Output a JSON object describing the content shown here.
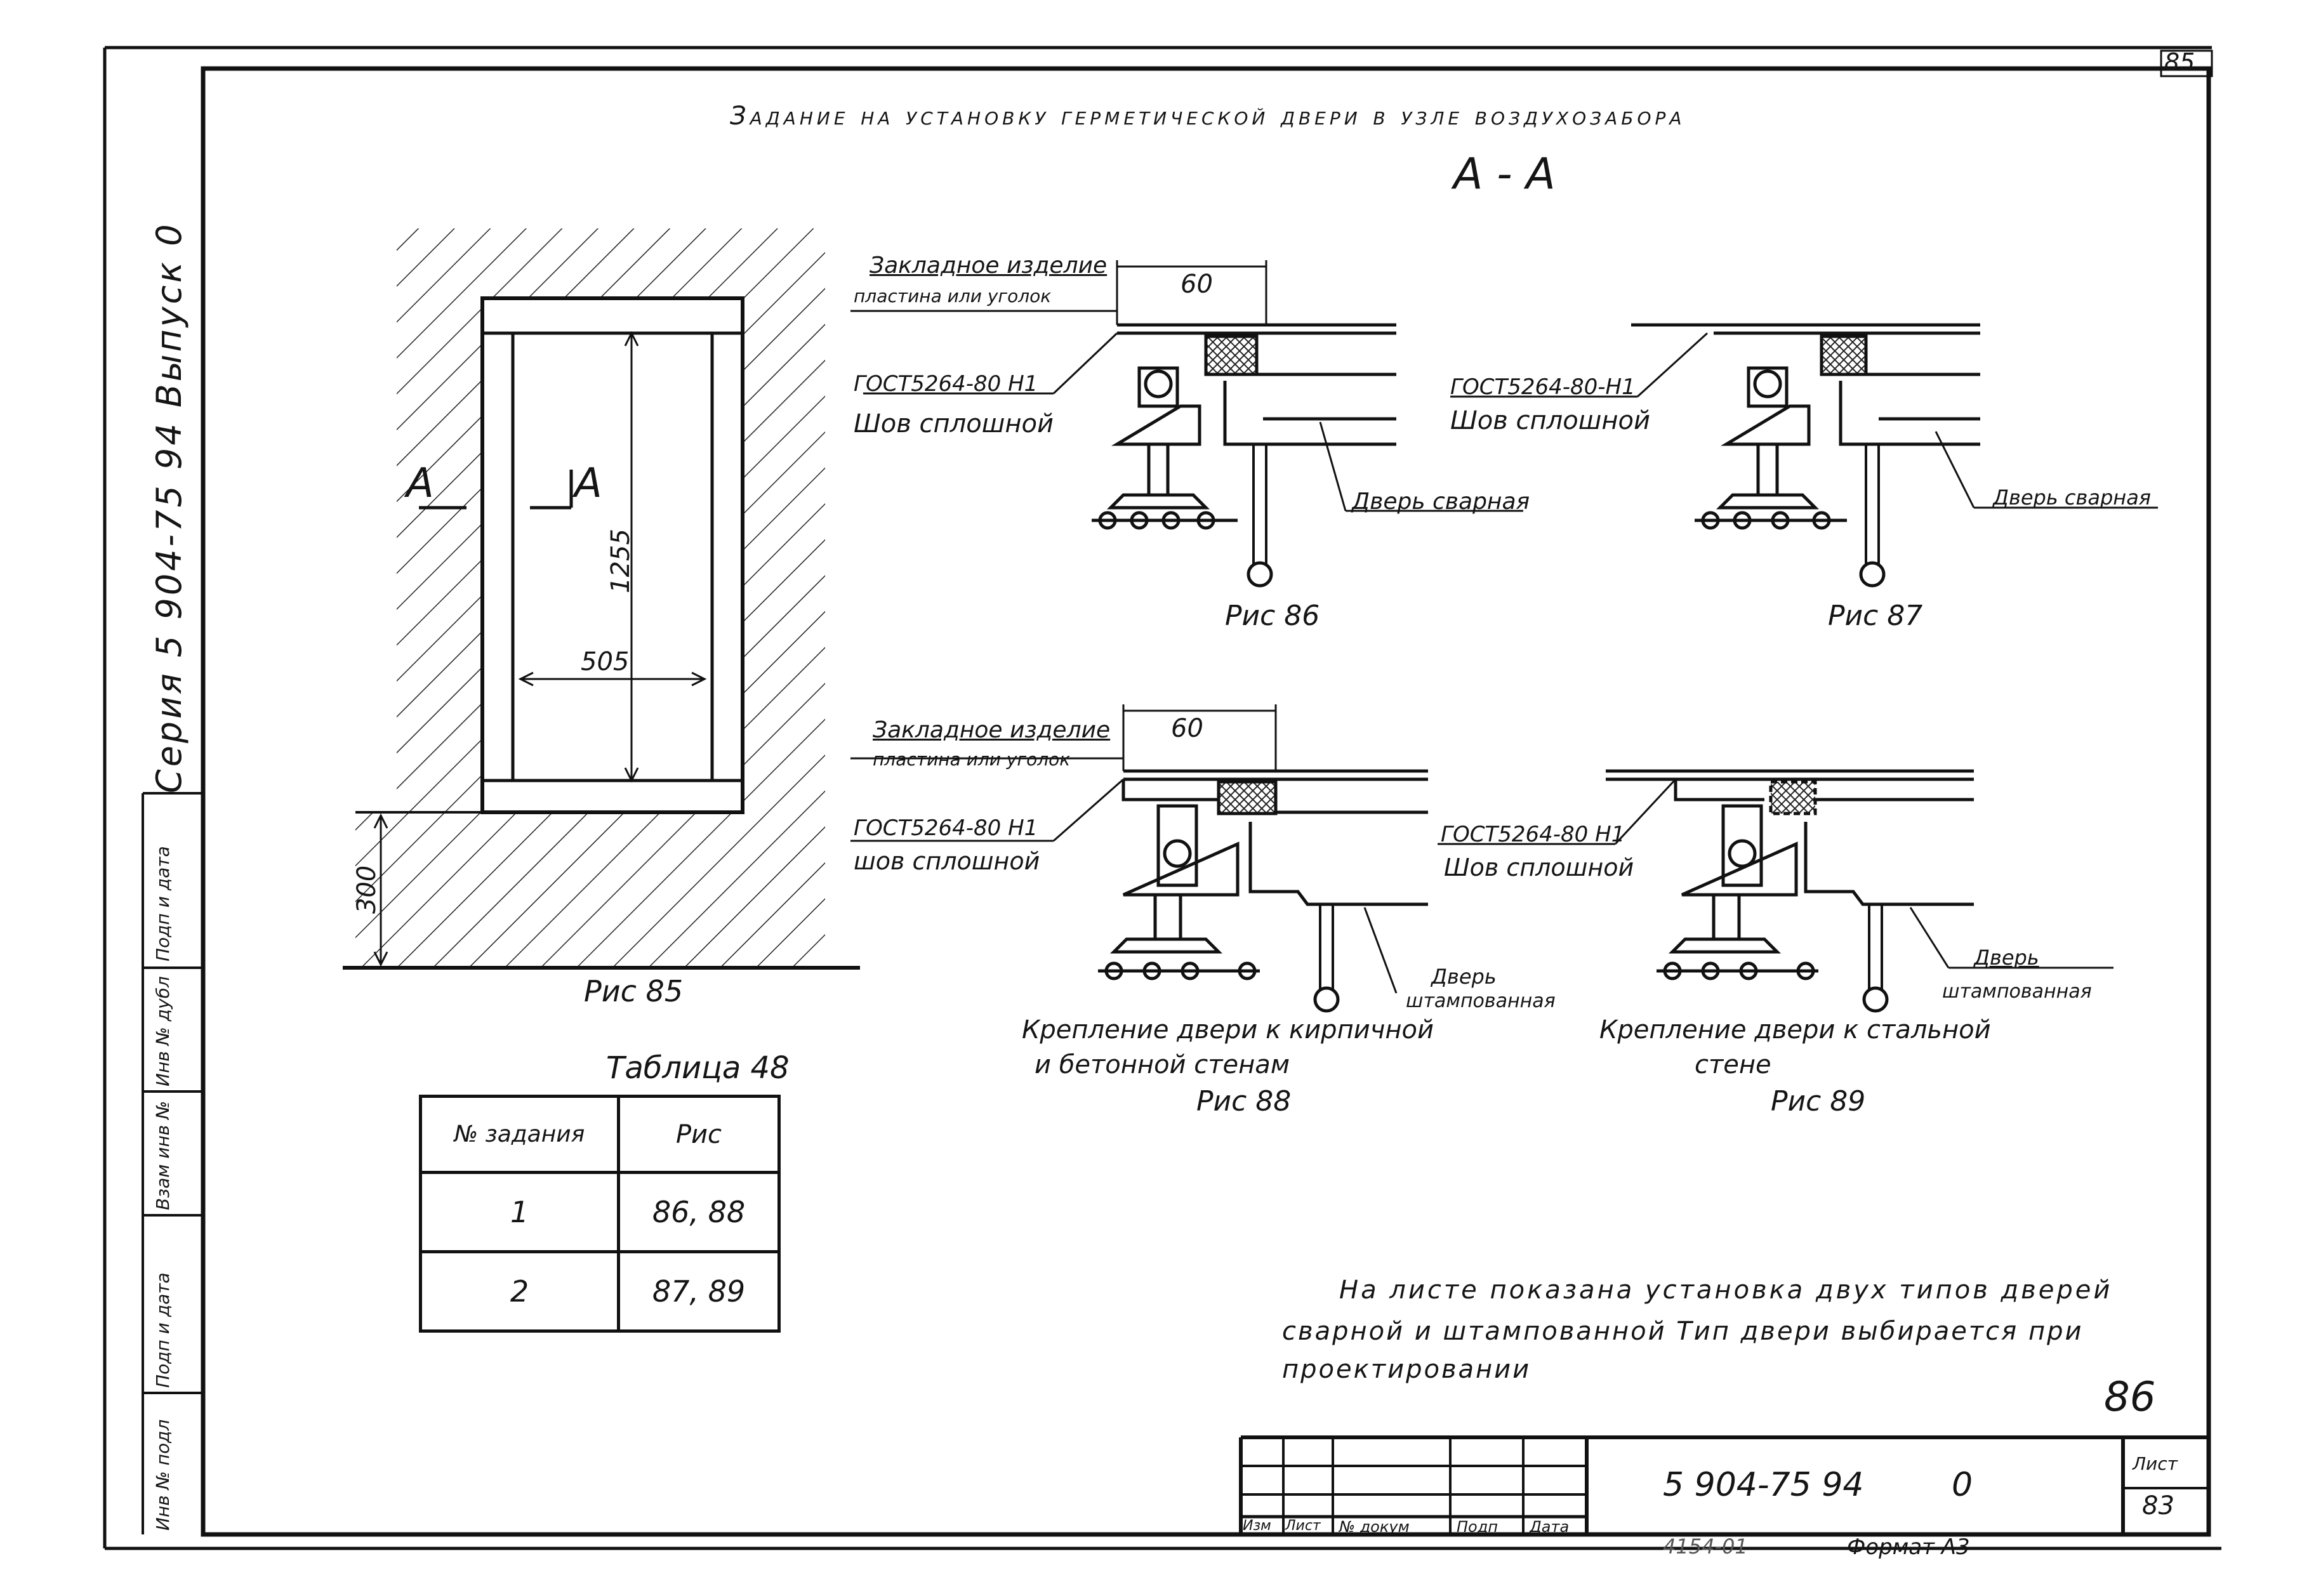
{
  "sheet": {
    "corner_number": "85",
    "title": "Задание на установку герметической двери в узле воздухозабора",
    "section_label": "А - А",
    "handwritten_sheet_no": "86"
  },
  "left_strip": {
    "series": "Серия 5 904-75 94 Выпуск 0",
    "boxes": [
      "Подп и дата",
      "Инв № дубл",
      "Взам инв №",
      "Подп и дата",
      "Инв № подл"
    ]
  },
  "fig85": {
    "cut_left": "А",
    "cut_right": "А",
    "dim_height": "1255",
    "dim_width": "505",
    "dim_sill": "300",
    "caption": "Рис 85"
  },
  "fig86": {
    "embed_label_1": "Закладное изделие",
    "embed_label_2": "пластина или уголок",
    "dim": "60",
    "weld_label_1": "ГОСТ5264-80 Н1",
    "weld_label_2": "Шов сплошной",
    "door_label": "Дверь сварная",
    "caption": "Рис 86"
  },
  "fig87": {
    "weld_label_1": "ГОСТ5264-80-Н1",
    "weld_label_2": "Шов сплошной",
    "door_label": "Дверь сварная",
    "caption": "Рис 87"
  },
  "fig88": {
    "embed_label_1": "Закладное изделие",
    "embed_label_2": "пластина или уголок",
    "dim": "60",
    "weld_label_1": "ГОСТ5264-80 Н1",
    "weld_label_2": "шов сплошной",
    "door_label_1": "Дверь",
    "door_label_2": "штампованная",
    "desc_1": "Крепление двери к кирпичной",
    "desc_2": "и бетонной стенам",
    "caption": "Рис 88"
  },
  "fig89": {
    "weld_label_1": "ГОСТ5264-80 Н1",
    "weld_label_2": "Шов сплошной",
    "door_label_1": "Дверь",
    "door_label_2": "штампованная",
    "desc_1": "Крепление двери к стальной",
    "desc_2": "стене",
    "caption": "Рис 89"
  },
  "table48": {
    "title": "Таблица 48",
    "header": [
      "№ задания",
      "Рис"
    ],
    "rows": [
      [
        "1",
        "86, 88"
      ],
      [
        "2",
        "87, 89"
      ]
    ]
  },
  "note": {
    "line1": "На листе показана установка двух типов дверей",
    "line2": "сварной и штампованной Тип двери выбирается при",
    "line3": "проектировании"
  },
  "title_block": {
    "headers": [
      "Изм",
      "Лист",
      "№ докум",
      "Подп",
      "Дата"
    ],
    "designation": "5 904-75 94",
    "issue": "0",
    "sheet_label": "Лист",
    "sheet_value": "83",
    "format": "Формат А3",
    "stamp": "4154-01"
  }
}
